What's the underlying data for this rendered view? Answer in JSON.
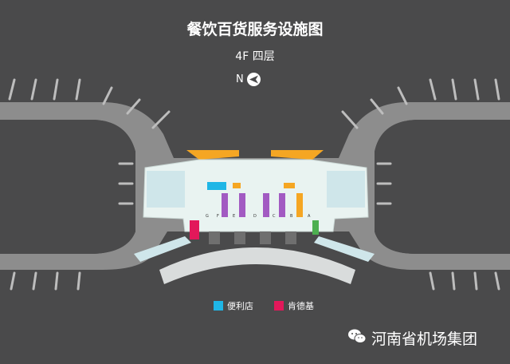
{
  "header": {
    "title": "餐饮百货服务设施图",
    "floor": "4F 四层",
    "north_label": "N"
  },
  "gates": [
    "G",
    "F",
    "E",
    "D",
    "C",
    "B",
    "A"
  ],
  "legend": [
    {
      "label": "便利店",
      "color": "#1fb6e6"
    },
    {
      "label": "肯德基",
      "color": "#e2185a"
    }
  ],
  "watermark": {
    "text": "河南省机场集团",
    "icon": "wechat-icon"
  },
  "colors": {
    "background": "#4a4a4b",
    "apron": "#8c8c8c",
    "terminal": "#e9f3f1",
    "gate_bar": "#a25ac2",
    "accent_orange": "#f5a623",
    "accent_blue": "#1fb6e6",
    "kfc": "#e2185a"
  }
}
